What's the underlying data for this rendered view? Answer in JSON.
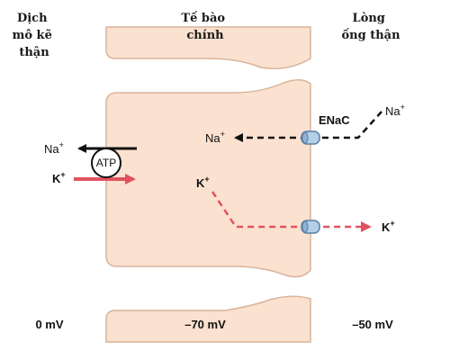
{
  "regions": {
    "interstitial": [
      "Dịch",
      "mô kẽ",
      "thận"
    ],
    "principal_cell": [
      "Tế bào",
      "chính"
    ],
    "lumen": [
      "Lòng",
      "ống thận"
    ]
  },
  "channel_label": "ENaC",
  "pump_label": "ATP",
  "ions": {
    "na_plus": "Na",
    "k_plus": "K",
    "charge": "+"
  },
  "potentials": {
    "interstitial": "0 mV",
    "cell": "–70 mV",
    "lumen": "–50 mV"
  },
  "colors": {
    "cell_fill": "#fbe1cf",
    "cell_stroke": "#d9b49a",
    "sodium_path": "#111111",
    "potassium_path": "#e0525f",
    "channel_fill": "#b5cfe6",
    "channel_stroke": "#5a7ea3"
  }
}
